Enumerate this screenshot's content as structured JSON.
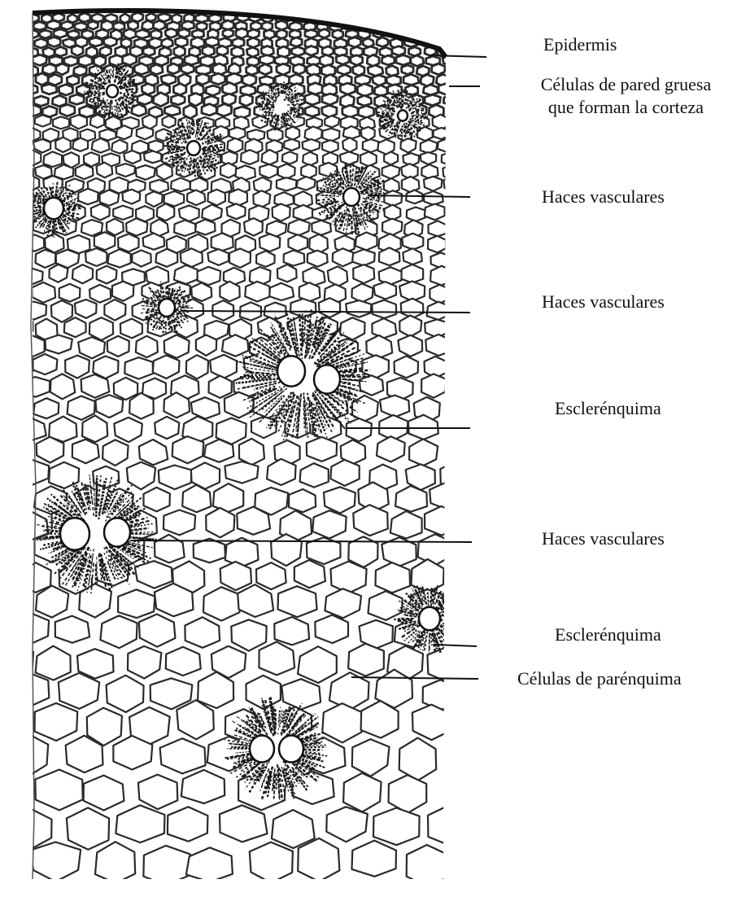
{
  "labels": [
    {
      "id": "epidermis",
      "text": "Epidermis"
    },
    {
      "id": "thick-walled-cells",
      "line1": "Células de pared gruesa",
      "line2": "que forman la corteza"
    },
    {
      "id": "vascular-bundles-1",
      "text": "Haces vasculares"
    },
    {
      "id": "vascular-bundles-2",
      "text": "Haces vasculares"
    },
    {
      "id": "sclerenchyma-1",
      "text": "Esclerénquima"
    },
    {
      "id": "vascular-bundles-3",
      "text": "Haces vasculares"
    },
    {
      "id": "sclerenchyma-2",
      "text": "Esclerénquima"
    },
    {
      "id": "parenchyma-cells",
      "text": "Células de parénquima"
    }
  ],
  "colors": {
    "ink": "#1a1a1a",
    "cell_wall": "#2a2a2a",
    "background": "#ffffff"
  }
}
